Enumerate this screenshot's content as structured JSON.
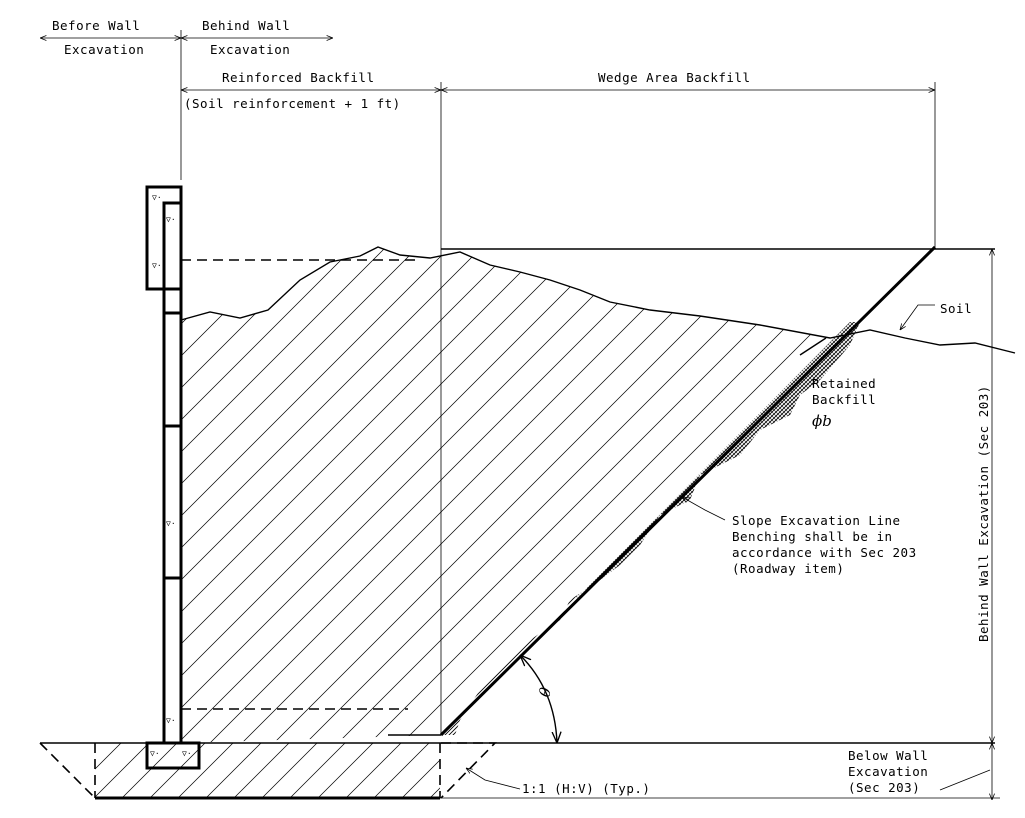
{
  "labels": {
    "before_wall_1": "Before Wall",
    "before_wall_2": "Excavation",
    "behind_wall_1": "Behind Wall",
    "behind_wall_2": "Excavation",
    "reinforced_backfill": "Reinforced Backfill",
    "soil_reinforcement": "(Soil reinforcement + 1 ft)",
    "wedge_area_backfill": "Wedge Area Backfill",
    "soil": "Soil",
    "retained_1": "Retained",
    "retained_2": "Backfill",
    "phi_b": "ϕb",
    "slope_1": "Slope Excavation Line",
    "slope_2": "Benching shall be in",
    "slope_3": "accordance with Sec 203",
    "slope_4": "(Roadway item)",
    "theta": "θ",
    "behind_wall_vertical": "Behind Wall Excavation (Sec 203)",
    "below_1": "Below Wall",
    "below_2": "Excavation",
    "below_3": "(Sec 203)",
    "slope_ratio": "1:1 (H:V) (Typ.)"
  }
}
